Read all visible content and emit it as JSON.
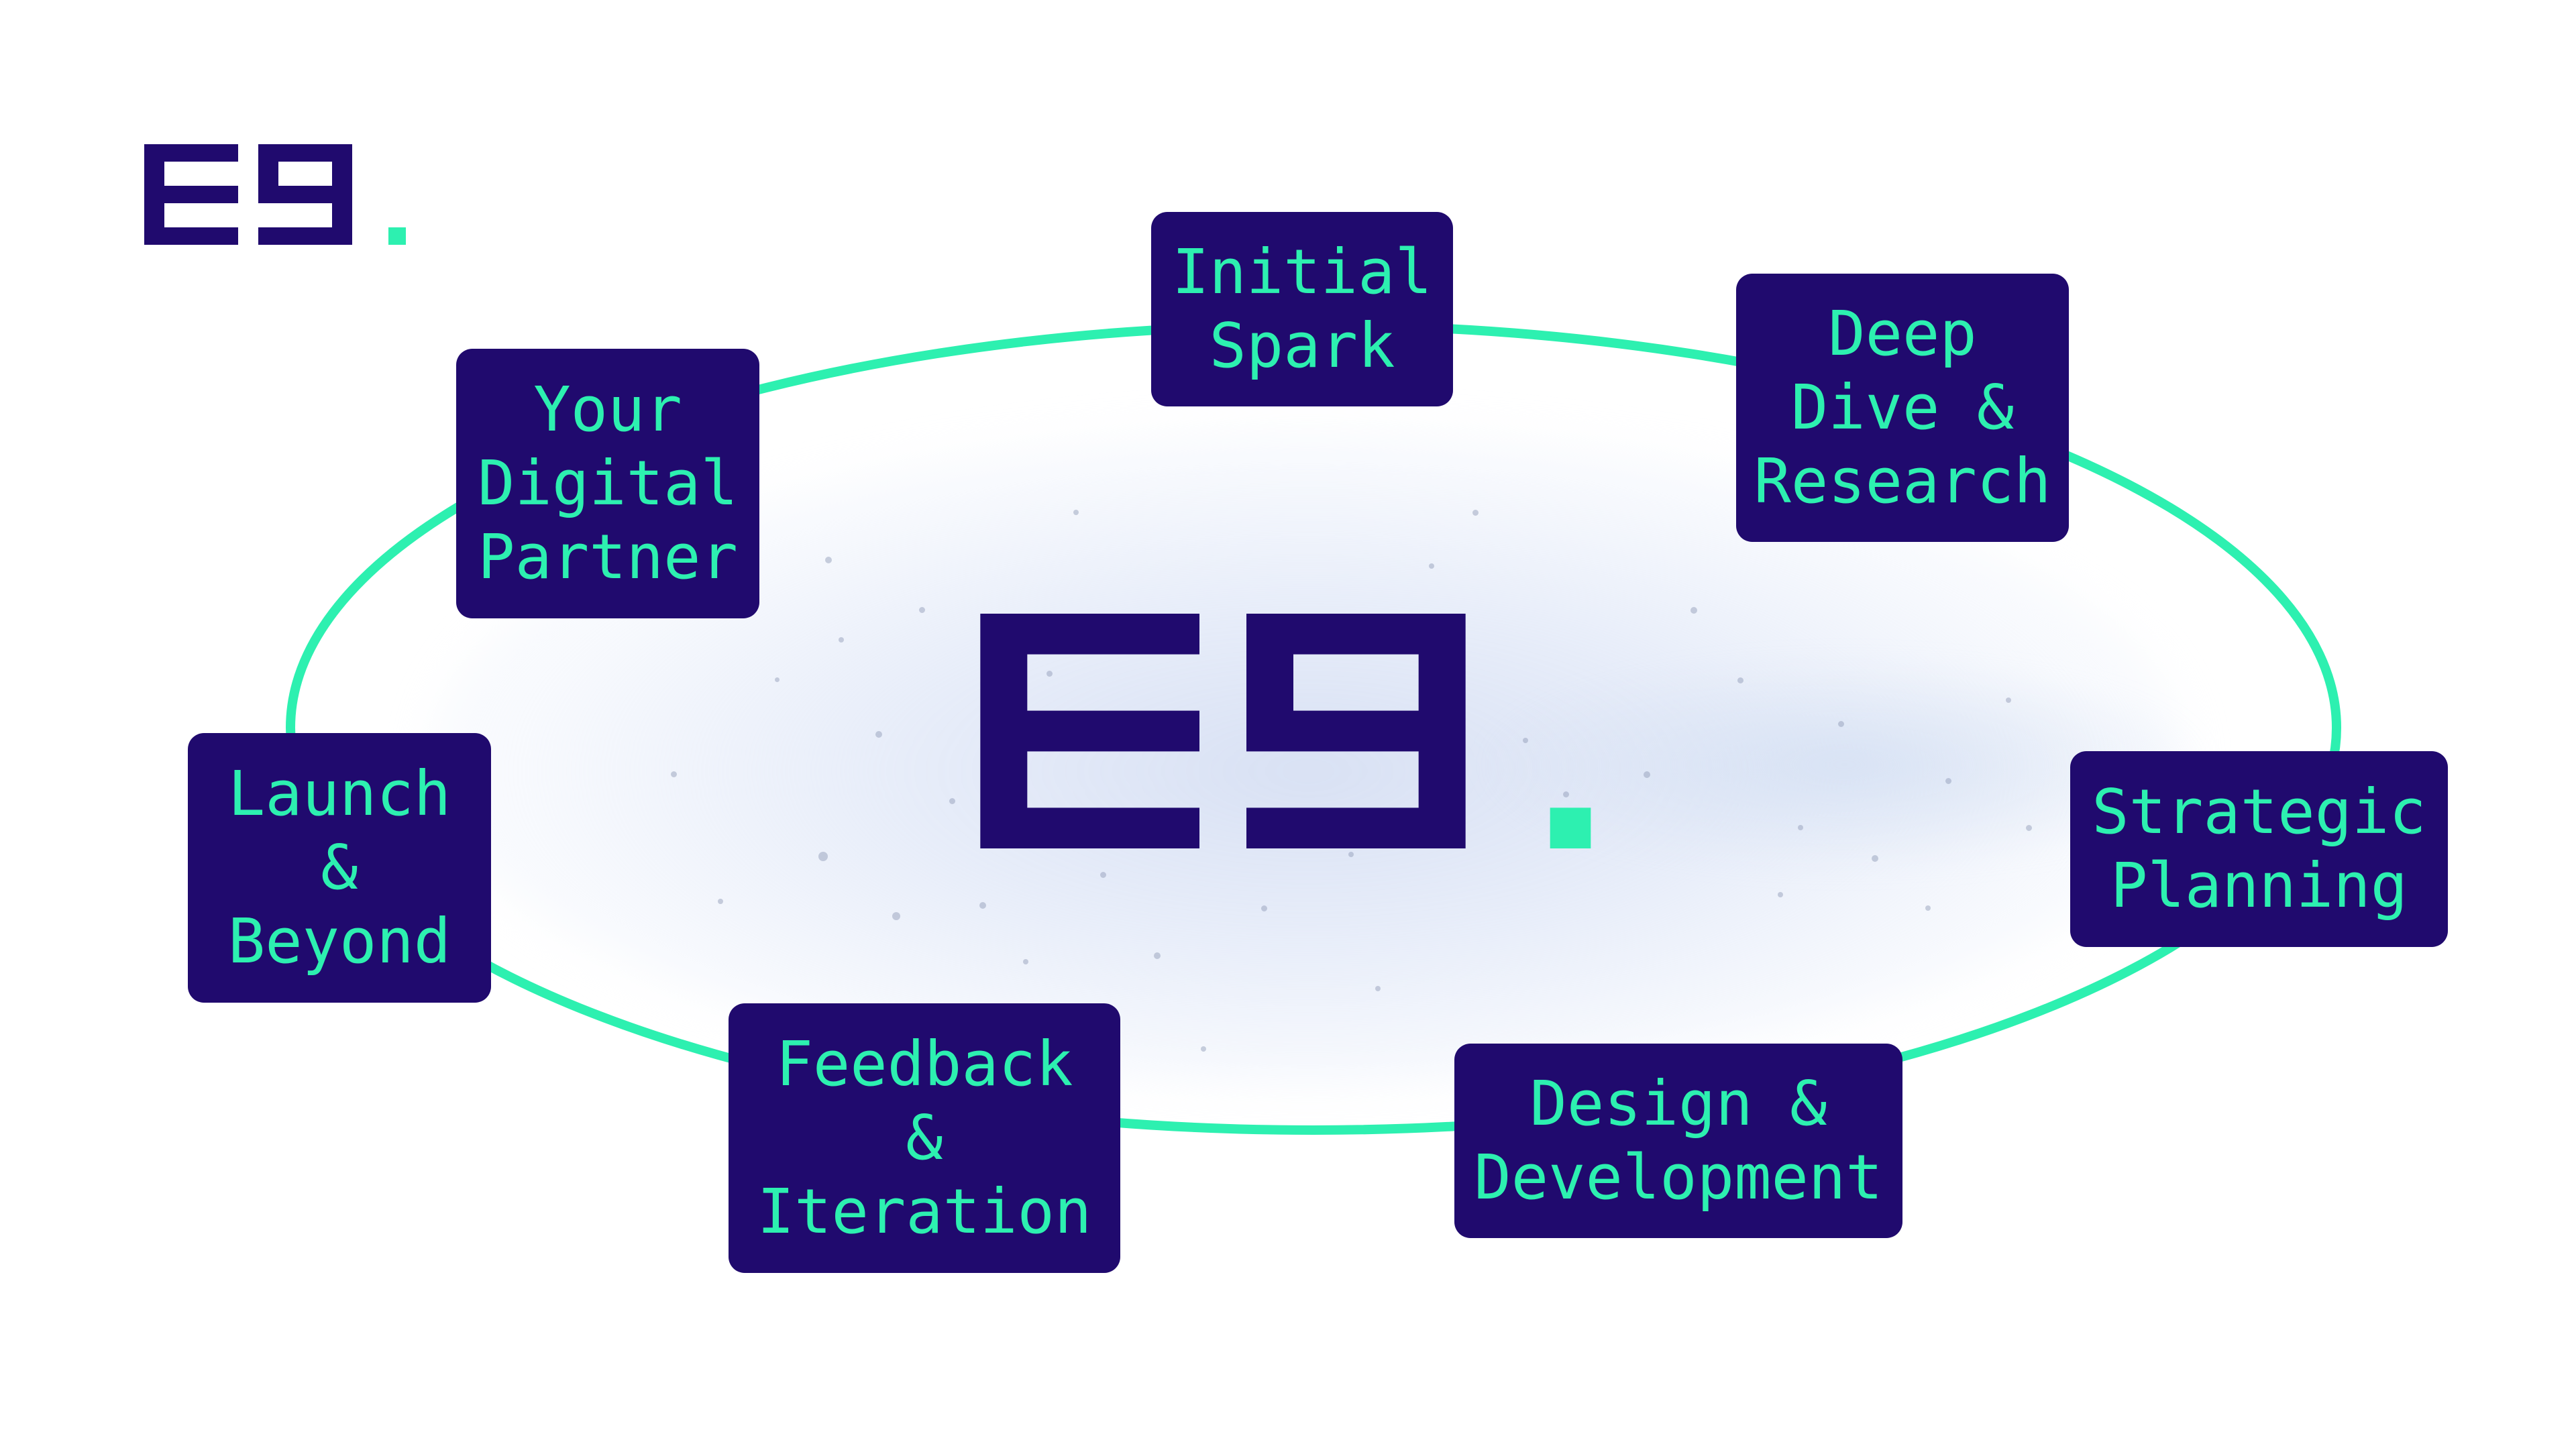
{
  "brand": {
    "logo_text": "E9.",
    "colors": {
      "navy": "#200a6e",
      "mint": "#2df0b0",
      "background": "#ffffff"
    }
  },
  "diagram": {
    "type": "cycle",
    "center_label": "E9.",
    "steps": [
      {
        "id": "initial-spark",
        "label": "Initial\nSpark"
      },
      {
        "id": "deep-dive-research",
        "label": "Deep\nDive &\nResearch"
      },
      {
        "id": "strategic-planning",
        "label": "Strategic\nPlanning"
      },
      {
        "id": "design-development",
        "label": "Design &\nDevelopment"
      },
      {
        "id": "feedback-iteration",
        "label": "Feedback\n&\nIteration"
      },
      {
        "id": "launch-beyond",
        "label": "Launch\n&\nBeyond"
      },
      {
        "id": "your-digital-partner",
        "label": "Your\nDigital\nPartner"
      }
    ]
  }
}
